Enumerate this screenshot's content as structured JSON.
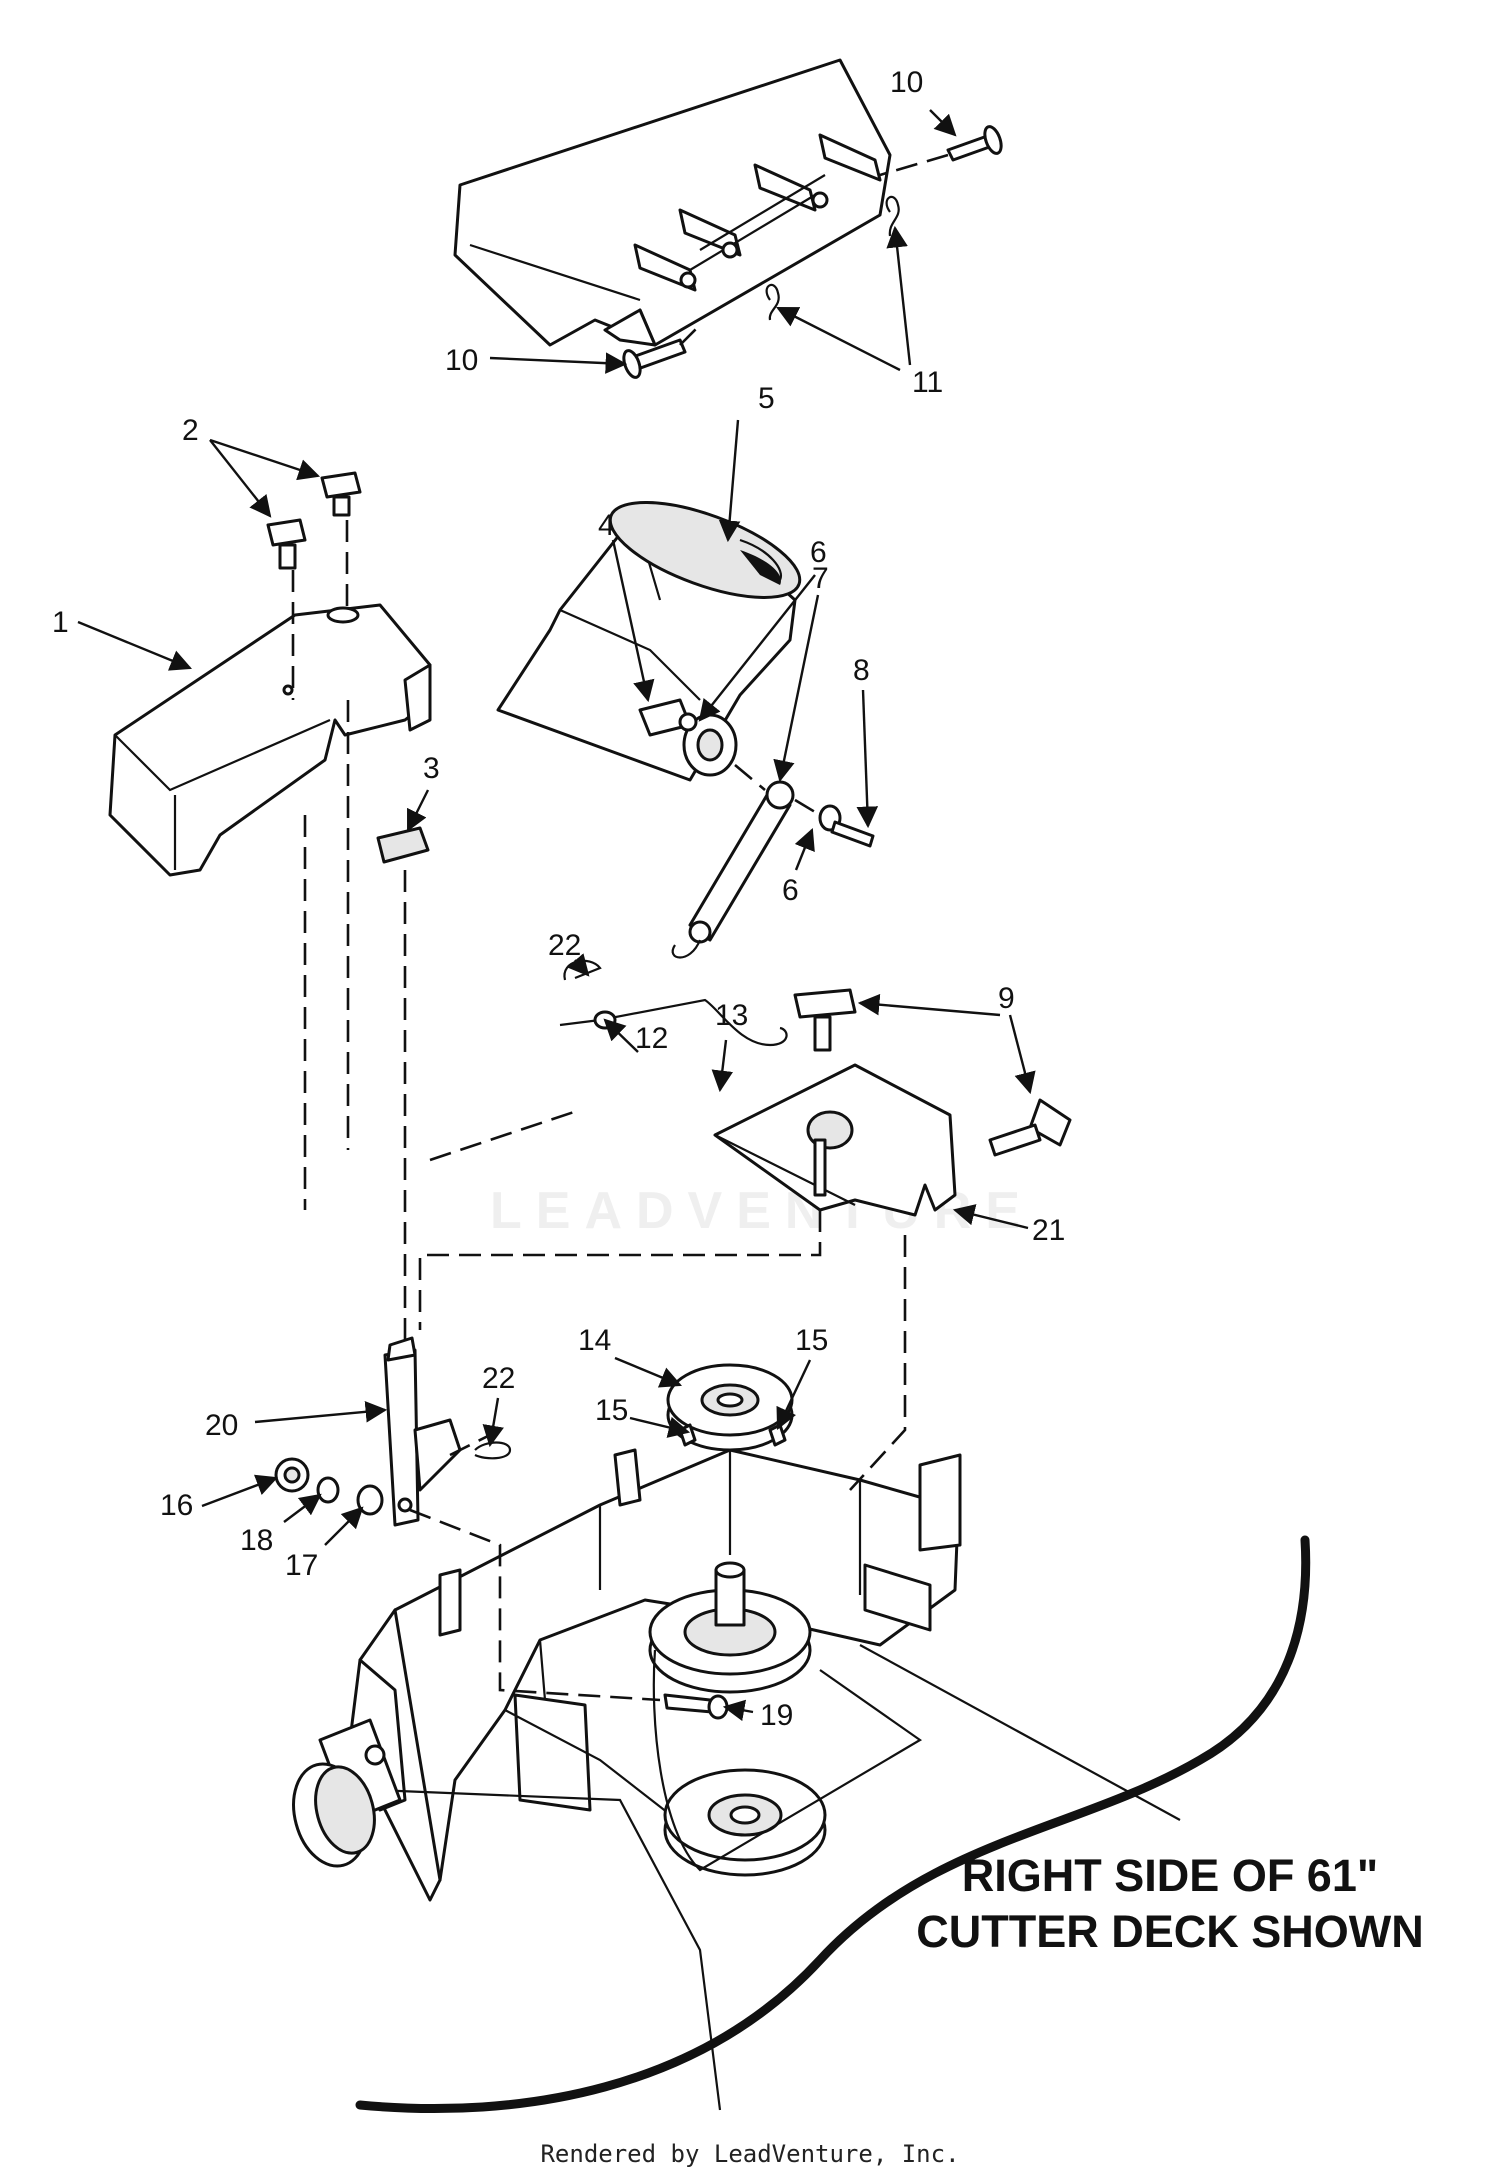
{
  "caption": {
    "line1": "RIGHT SIDE OF 61\"",
    "line2": "CUTTER DECK SHOWN"
  },
  "watermark": "LEADVENTURE",
  "footer": "Rendered by LeadVenture, Inc.",
  "callouts": {
    "c1": "1",
    "c2": "2",
    "c3": "3",
    "c4": "4",
    "c5": "5",
    "c6a": "6",
    "c6b": "6",
    "c7": "7",
    "c8": "8",
    "c9": "9",
    "c10a": "10",
    "c10b": "10",
    "c11": "11",
    "c12": "12",
    "c13": "13",
    "c14": "14",
    "c15a": "15",
    "c15b": "15",
    "c16": "16",
    "c17": "17",
    "c18": "18",
    "c19": "19",
    "c20": "20",
    "c21": "21",
    "c22a": "22",
    "c22b": "22"
  }
}
